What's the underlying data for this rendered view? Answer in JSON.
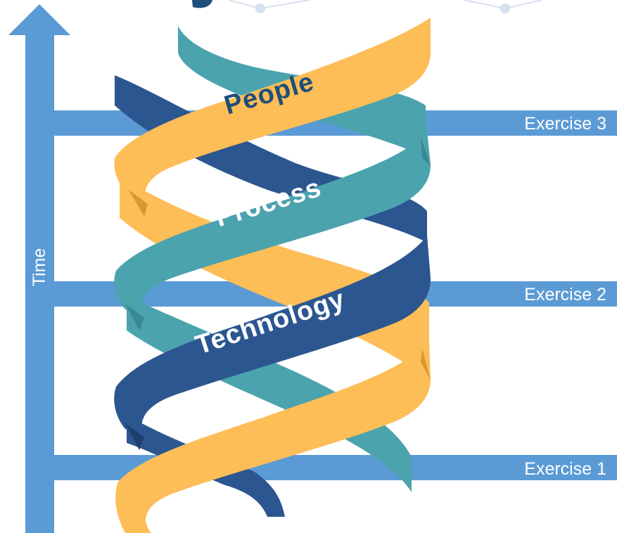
{
  "diagram": {
    "time_axis_label": "Time",
    "exercises": [
      {
        "label": "Exercise 3"
      },
      {
        "label": "Exercise 2"
      },
      {
        "label": "Exercise 1"
      }
    ],
    "strands": [
      {
        "label": "People",
        "color": "#FDBD57",
        "text_color": "#1F4E79"
      },
      {
        "label": "Process",
        "color": "#4BA3AE",
        "text_color": "#FFFFFF"
      },
      {
        "label": "Technology",
        "color": "#2C5690",
        "text_color": "#FFFFFF"
      }
    ],
    "colors": {
      "axis": "#5B9BD5",
      "bar": "#5B9BD5",
      "network": "#D6E0F0",
      "title_fragment": "#1F4E79"
    }
  }
}
